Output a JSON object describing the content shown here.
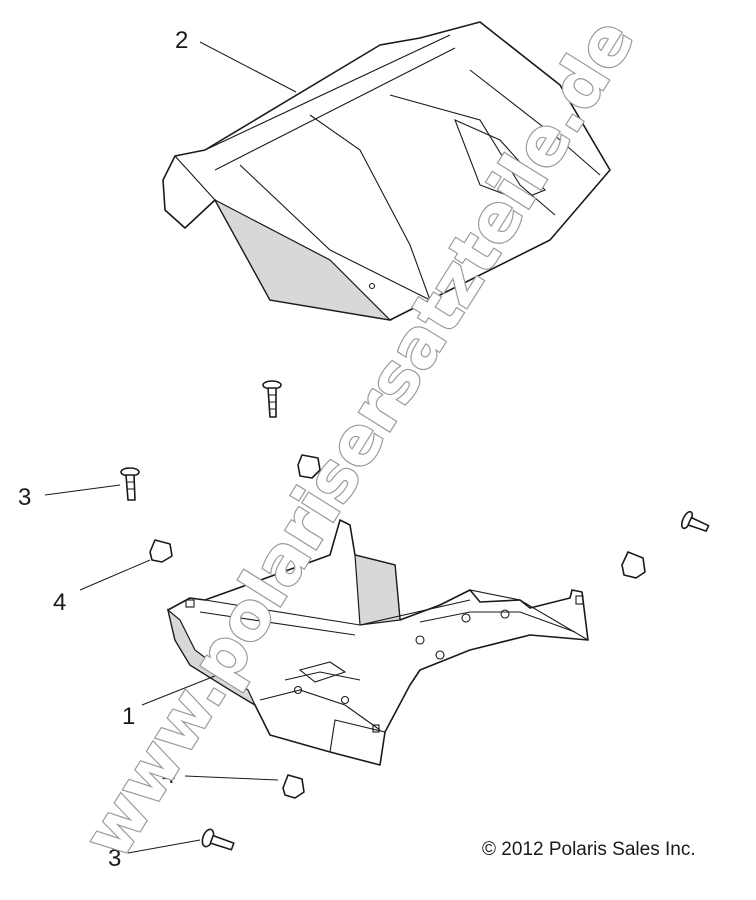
{
  "watermark": "www.polarisersatzteile.de",
  "copyright": "© 2012 Polaris Sales Inc.",
  "callouts": {
    "c1": "1",
    "c2": "2",
    "c3a": "3",
    "c3b": "3",
    "c4a": "4",
    "c4b": "4"
  }
}
